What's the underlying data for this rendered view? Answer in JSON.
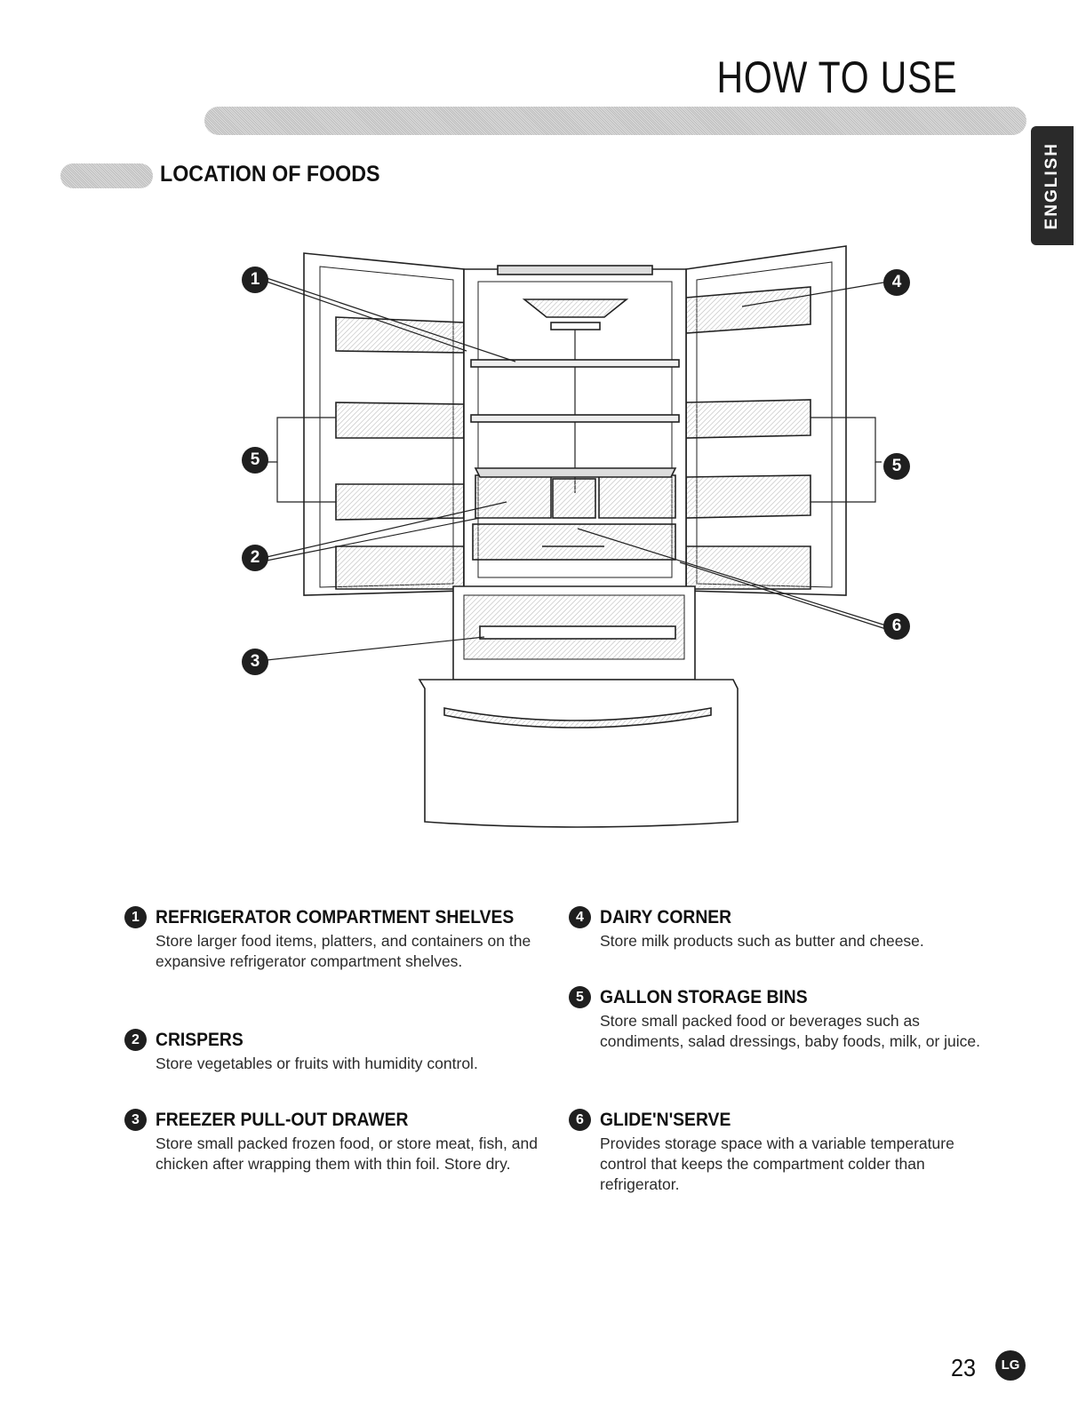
{
  "header": {
    "title": "HOW TO USE",
    "language_tab": "ENGLISH"
  },
  "section": {
    "title": "LOCATION OF FOODS"
  },
  "diagram": {
    "callouts": [
      "1",
      "2",
      "3",
      "4",
      "5",
      "5",
      "6"
    ]
  },
  "items": [
    {
      "num": "1",
      "title": "REFRIGERATOR COMPARTMENT SHELVES",
      "body": "Store larger food items, platters, and containers on the expansive refrigerator compartment shelves."
    },
    {
      "num": "2",
      "title": "CRISPERS",
      "body": "Store vegetables or fruits with humidity control."
    },
    {
      "num": "3",
      "title": "FREEZER PULL-OUT DRAWER",
      "body": "Store small packed frozen food, or store meat, fish, and chicken after wrapping them with thin foil. Store dry."
    },
    {
      "num": "4",
      "title": "DAIRY CORNER",
      "body": "Store milk products such as butter and cheese."
    },
    {
      "num": "5",
      "title": "GALLON STORAGE BINS",
      "body": "Store small packed food or beverages such as condiments, salad dressings, baby foods, milk, or juice."
    },
    {
      "num": "6",
      "title": "GLIDE'N'SERVE",
      "body": "Provides storage space with a variable temperature control that keeps the compartment colder than refrigerator."
    }
  ],
  "footer": {
    "page_number": "23",
    "logo": "LG"
  }
}
